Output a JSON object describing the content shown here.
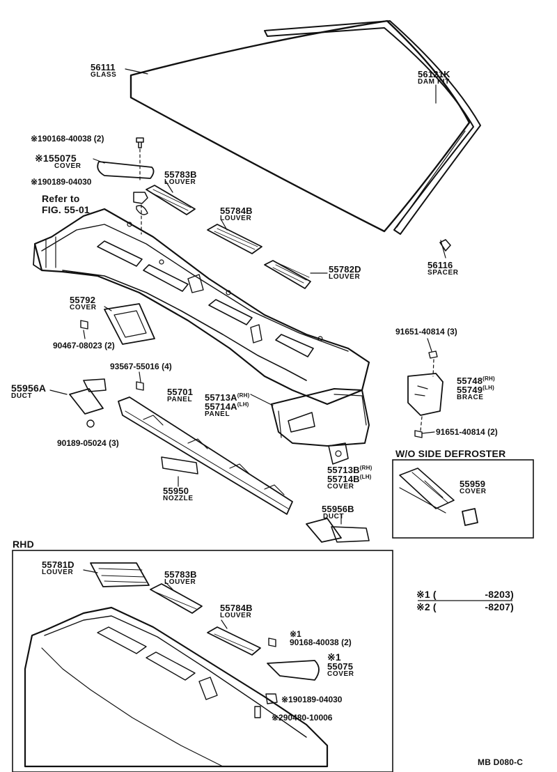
{
  "diagram_code": "MB  D080-C",
  "parts": {
    "p56111": {
      "number": "56111",
      "name": "GLASS"
    },
    "p56121k": {
      "number": "56121K",
      "name": "DAM KIT"
    },
    "p56116": {
      "number": "56116",
      "name": "SPACER"
    },
    "bolt_top": {
      "text": "※190168-40038 (2)"
    },
    "p55075_top": {
      "number": "※155075",
      "name": "COVER"
    },
    "nut_top": {
      "text": "※190189-04030"
    },
    "refer": {
      "line1": "Refer to",
      "line2": "FIG. 55-01"
    },
    "p55783b_top": {
      "number": "55783B",
      "name": "LOUVER"
    },
    "p55784b_top": {
      "number": "55784B",
      "name": "LOUVER"
    },
    "p55782d": {
      "number": "55782D",
      "name": "LOUVER"
    },
    "p55792": {
      "number": "55792",
      "name": "COVER"
    },
    "bolt_90467": {
      "text": "90467-08023 (2)"
    },
    "bolt_91651_a": {
      "text": "91651-40814 (3)"
    },
    "clip_93567": {
      "text": "93567-55016 (4)"
    },
    "p55956a": {
      "number": "55956A",
      "name": "DUCT"
    },
    "p55701": {
      "number": "55701",
      "name": "PANEL"
    },
    "p55713a": {
      "number": "55713A",
      "suffix": "(RH)"
    },
    "p55714a": {
      "number": "55714A",
      "suffix": "(LH)",
      "name": "PANEL"
    },
    "p55748": {
      "number": "55748",
      "suffix": "(RH)"
    },
    "p55749": {
      "number": "55749",
      "suffix": "(LH)",
      "name": "BRACE"
    },
    "bolt_91651_b": {
      "text": "91651-40814 (2)"
    },
    "screw_90189": {
      "text": "90189-05024 (3)"
    },
    "p55713b": {
      "number": "55713B",
      "suffix": "(RH)"
    },
    "p55714b": {
      "number": "55714B",
      "suffix": "(LH)",
      "name": "COVER"
    },
    "p55950": {
      "number": "55950",
      "name": "NOZZLE"
    },
    "p55956b": {
      "number": "55956B",
      "name": "DUCT"
    }
  },
  "wo_side_defroster": {
    "title": "W/O SIDE DEFROSTER",
    "part": {
      "number": "55959",
      "name": "COVER"
    }
  },
  "rhd": {
    "title": "RHD",
    "p55781d": {
      "number": "55781D",
      "name": "LOUVER"
    },
    "p55783b": {
      "number": "55783B",
      "name": "LOUVER"
    },
    "p55784b": {
      "number": "55784B",
      "name": "LOUVER"
    },
    "bolt": {
      "mark": "※1",
      "text": "90168-40038 (2)"
    },
    "p55075": {
      "mark": "※1",
      "number": "55075",
      "name": "COVER"
    },
    "nut": {
      "text": "※190189-04030"
    },
    "screw": {
      "text": "※290480-10006"
    }
  },
  "legend": [
    {
      "mark": "※1",
      "open": "(",
      "value": "-8203)"
    },
    {
      "mark": "※2",
      "open": "(",
      "value": "-8207)"
    }
  ]
}
